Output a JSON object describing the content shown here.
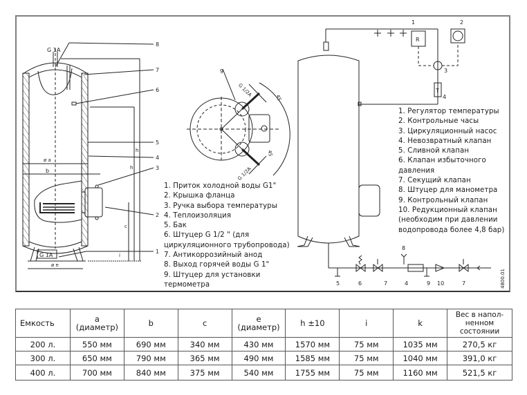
{
  "diagram_left": {
    "labels": {
      "g1a_top": "G 1A",
      "g1a_bottom": "G 1A",
      "dim_a": "ø a",
      "dim_b": "b",
      "dim_c": "c",
      "dim_e": "ø e",
      "dim_h": "h",
      "dim_h2": "h",
      "dim_i": "i"
    },
    "callouts": [
      "1",
      "2",
      "3",
      "4",
      "5",
      "6",
      "7",
      "8"
    ]
  },
  "diagram_flange": {
    "callout": "9",
    "thread_top": "G 1/2A",
    "thread_bottom": "G 1/2A",
    "angle_top": "45",
    "angle_bottom": "45"
  },
  "legend_left": {
    "items": [
      "1. Приток холодной воды G1\"",
      "2. Крышка фланца",
      "3. Ручка выбора температуры",
      "4. Теплоизоляция",
      "5. Бак",
      "6. Штуцер G 1/2 \" (для",
      "циркуляционного трубопровода)",
      "7. Антикоррозийный анод",
      "8. Выход горячей воды G 1\"",
      "9. Штуцер для установки",
      "термометра"
    ]
  },
  "diagram_right": {
    "regulator_letter": "R",
    "check_valve_letter": "T",
    "callouts_top": [
      "1",
      "2",
      "3",
      "4"
    ],
    "callouts_bottom": [
      "5",
      "6",
      "7",
      "8",
      "4",
      "9",
      "10",
      "7"
    ],
    "drawing_code": "4800.01"
  },
  "legend_right": {
    "items": [
      "1.   Регулятор температуры",
      "2.   Контрольные часы",
      "3.   Циркуляционный насос",
      "4.   Невозвратный клапан",
      "5.   Сливной клапан",
      "6.   Клапан избыточного",
      "давления",
      "7.   Секущий клапан",
      "8.   Штуцер для манометра",
      "9.   Контрольный клапан",
      "10. Редукционный клапан",
      "(необходим при  давлении",
      "водопровода более 4,8 бар)"
    ]
  },
  "table": {
    "headers": {
      "capacity": "Емкость",
      "a": "a",
      "a_sub": "(диаметр)",
      "b": "b",
      "c": "c",
      "e": "e",
      "e_sub": "(диаметр)",
      "h": "h ±10",
      "i": "i",
      "k": "k",
      "weight_1": "Вес в  напол-",
      "weight_2": "ненном",
      "weight_3": "состоянии"
    },
    "rows": [
      [
        "200 л.",
        "550 мм",
        "690 мм",
        "340 мм",
        "430 мм",
        "1570 мм",
        "75 мм",
        "1035 мм",
        "270,5 кг"
      ],
      [
        "300 л.",
        "650 мм",
        "790 мм",
        "365 мм",
        "490 мм",
        "1585 мм",
        "75 мм",
        "1040 мм",
        "391,0 кг"
      ],
      [
        "400 л.",
        "700 мм",
        "840 мм",
        "375 мм",
        "540 мм",
        "1755 мм",
        "75 мм",
        "1160 мм",
        "521,5 кг"
      ]
    ]
  }
}
